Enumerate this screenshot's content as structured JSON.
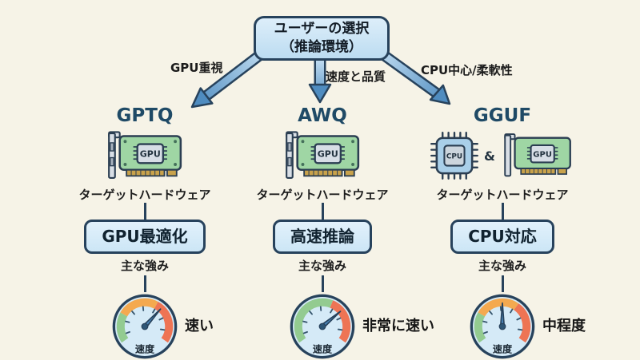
{
  "background_color": "#f6f3e7",
  "root": {
    "title_line1": "ユーザーの選択",
    "title_line2": "（推論環境）"
  },
  "branches": [
    {
      "label": "GPU重視"
    },
    {
      "label": "速度と品質"
    },
    {
      "label": "CPU中心/柔軟性"
    }
  ],
  "columns": [
    {
      "title": "GPTQ",
      "chip_labels": [
        "GPU"
      ],
      "hardware_label": "ターゲットハードウェア",
      "strength": "GPU最適化",
      "strength_caption": "主な強み",
      "gauge": {
        "dial_label": "速度",
        "value_text": "速い",
        "needle_angle": 48,
        "segments": [
          {
            "start": 215,
            "end": 150,
            "color": "#93cb90"
          },
          {
            "start": 150,
            "end": 62,
            "color": "#f4a94f"
          },
          {
            "start": 62,
            "end": -35,
            "color": "#ee7454"
          }
        ]
      }
    },
    {
      "title": "AWQ",
      "chip_labels": [
        "GPU"
      ],
      "hardware_label": "ターゲットハードウェア",
      "strength": "高速推論",
      "strength_caption": "主な強み",
      "gauge": {
        "dial_label": "速度",
        "value_text": "非常に速い",
        "needle_angle": 40,
        "segments": [
          {
            "start": 215,
            "end": 68,
            "color": "#93cb90"
          },
          {
            "start": 68,
            "end": -35,
            "color": "#ee7454"
          }
        ]
      }
    },
    {
      "title": "GGUF",
      "chip_labels": [
        "CPU",
        "GPU"
      ],
      "icon_joiner": "&",
      "hardware_label": "ターゲットハードウェア",
      "strength": "CPU対応",
      "strength_caption": "主な強み",
      "gauge": {
        "dial_label": "速度",
        "value_text": "中程度",
        "needle_angle": 90,
        "segments": [
          {
            "start": 215,
            "end": 150,
            "color": "#93cb90"
          },
          {
            "start": 150,
            "end": 55,
            "color": "#f4a94f"
          },
          {
            "start": 55,
            "end": -35,
            "color": "#ee7454"
          }
        ]
      }
    }
  ],
  "colors": {
    "background": "#f6f3e7",
    "outline_navy": "#27425c",
    "box_fill": "#cce6f6",
    "arrow_light": "#b9d8ee",
    "arrow_dark": "#4f8cc0",
    "title_blue": "#1f4a66",
    "gpu_card_green": "#9fd6a4",
    "cpu_chip_blue": "#a9cfe9",
    "chip_gray": "#d7dee6",
    "pin_gold": "#c9a24b",
    "gauge_face": "#d5eaf7",
    "arc_green": "#93cb90",
    "arc_orange": "#f4a94f",
    "arc_red": "#ee7454",
    "needle_blue": "#4a85b8"
  }
}
